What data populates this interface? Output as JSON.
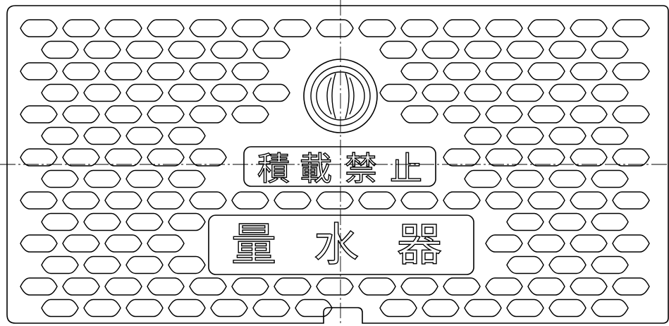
{
  "cover": {
    "upper_label": [
      "積",
      "載",
      "禁",
      "止"
    ],
    "lower_label": [
      "量",
      "水",
      "器"
    ],
    "emblem_name": "water-utility-emblem"
  },
  "colors": {
    "line": "#000000",
    "background": "#ffffff"
  }
}
